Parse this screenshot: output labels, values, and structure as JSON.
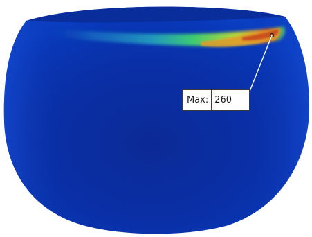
{
  "viewport": {
    "background_color": "#ffffff",
    "model": {
      "description_name": "bowl-stress-plot",
      "base_color": "#0a2fa3",
      "hotspot_colors": [
        "#1fa6c8",
        "#3fd36e",
        "#c8d83a",
        "#e1a22a",
        "#c24a1a"
      ]
    },
    "probe": {
      "label": "Max:",
      "value": "260",
      "leader_color": "#ffffff",
      "border_color": "#3a3a3a"
    }
  }
}
